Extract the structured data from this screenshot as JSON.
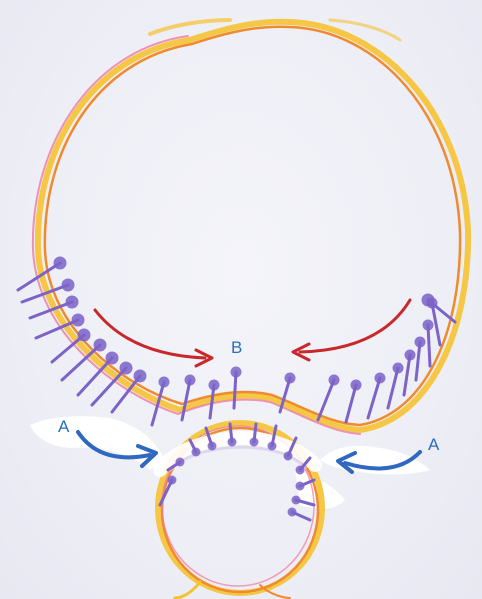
{
  "labels": {
    "a_left": "A",
    "a_right": "A",
    "b": "B"
  },
  "colors": {
    "ring_yellow": "#f5c232",
    "ring_orange": "#f08a2e",
    "ring_pink": "#ef7aa0",
    "suture_purple": "#7b63c8",
    "arrow_red": "#c8282c",
    "arrow_blue": "#2f68c0",
    "label_blue": "#2a6fb8",
    "white_patch": "#ffffff"
  }
}
